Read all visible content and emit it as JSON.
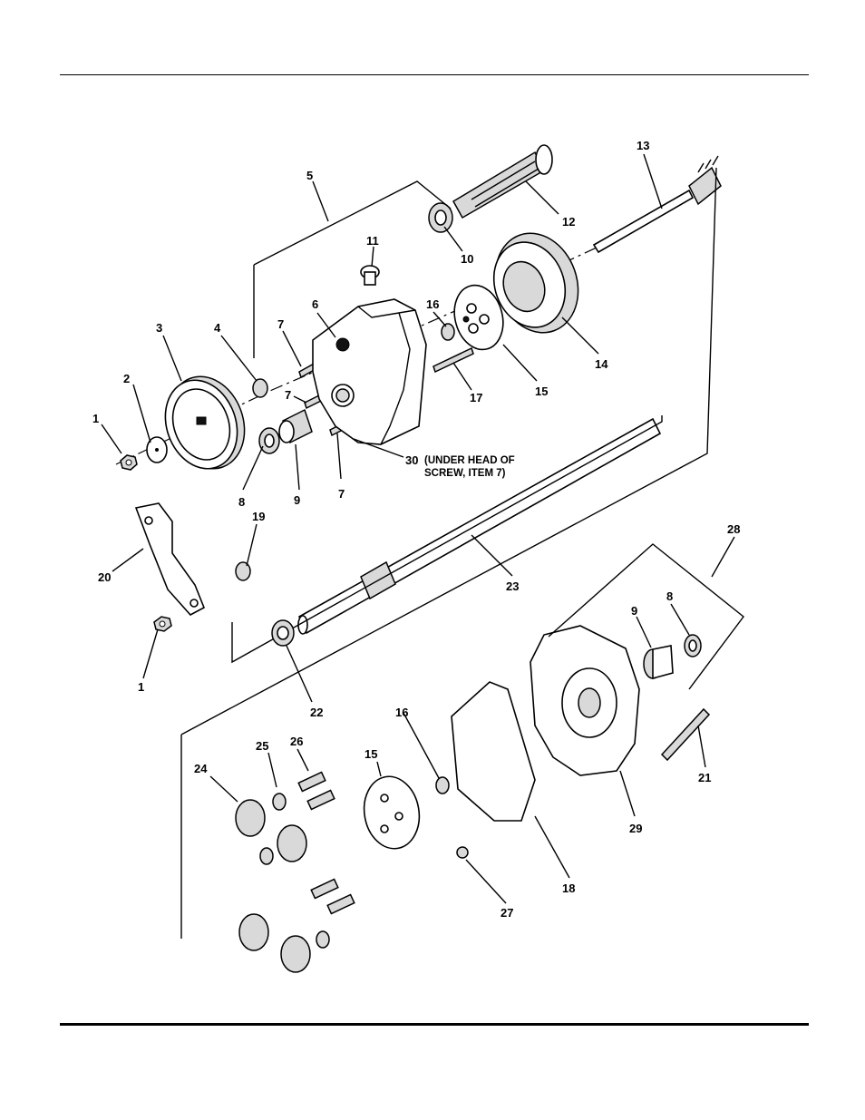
{
  "callouts": [
    {
      "id": "c1a",
      "text": "1"
    },
    {
      "id": "c2",
      "text": "2"
    },
    {
      "id": "c3",
      "text": "3"
    },
    {
      "id": "c4",
      "text": "4"
    },
    {
      "id": "c5",
      "text": "5"
    },
    {
      "id": "c6",
      "text": "6"
    },
    {
      "id": "c7a",
      "text": "7"
    },
    {
      "id": "c7b",
      "text": "7"
    },
    {
      "id": "c7c",
      "text": "7"
    },
    {
      "id": "c8a",
      "text": "8"
    },
    {
      "id": "c9a",
      "text": "9"
    },
    {
      "id": "c10",
      "text": "10"
    },
    {
      "id": "c11",
      "text": "11"
    },
    {
      "id": "c12",
      "text": "12"
    },
    {
      "id": "c13",
      "text": "13"
    },
    {
      "id": "c14",
      "text": "14"
    },
    {
      "id": "c15a",
      "text": "15"
    },
    {
      "id": "c16a",
      "text": "16"
    },
    {
      "id": "c17",
      "text": "17"
    },
    {
      "id": "c30",
      "text": "30"
    },
    {
      "id": "c19",
      "text": "19"
    },
    {
      "id": "c20",
      "text": "20"
    },
    {
      "id": "c1b",
      "text": "1"
    },
    {
      "id": "c23",
      "text": "23"
    },
    {
      "id": "c22",
      "text": "22"
    },
    {
      "id": "c28",
      "text": "28"
    },
    {
      "id": "c9b",
      "text": "9"
    },
    {
      "id": "c8b",
      "text": "8"
    },
    {
      "id": "c16b",
      "text": "16"
    },
    {
      "id": "c15b",
      "text": "15"
    },
    {
      "id": "c26",
      "text": "26"
    },
    {
      "id": "c25",
      "text": "25"
    },
    {
      "id": "c24",
      "text": "24"
    },
    {
      "id": "c21",
      "text": "21"
    },
    {
      "id": "c29",
      "text": "29"
    },
    {
      "id": "c18",
      "text": "18"
    },
    {
      "id": "c27",
      "text": "27"
    }
  ],
  "note": {
    "line1": "(UNDER HEAD OF",
    "line2": "SCREW, ITEM 7)"
  }
}
